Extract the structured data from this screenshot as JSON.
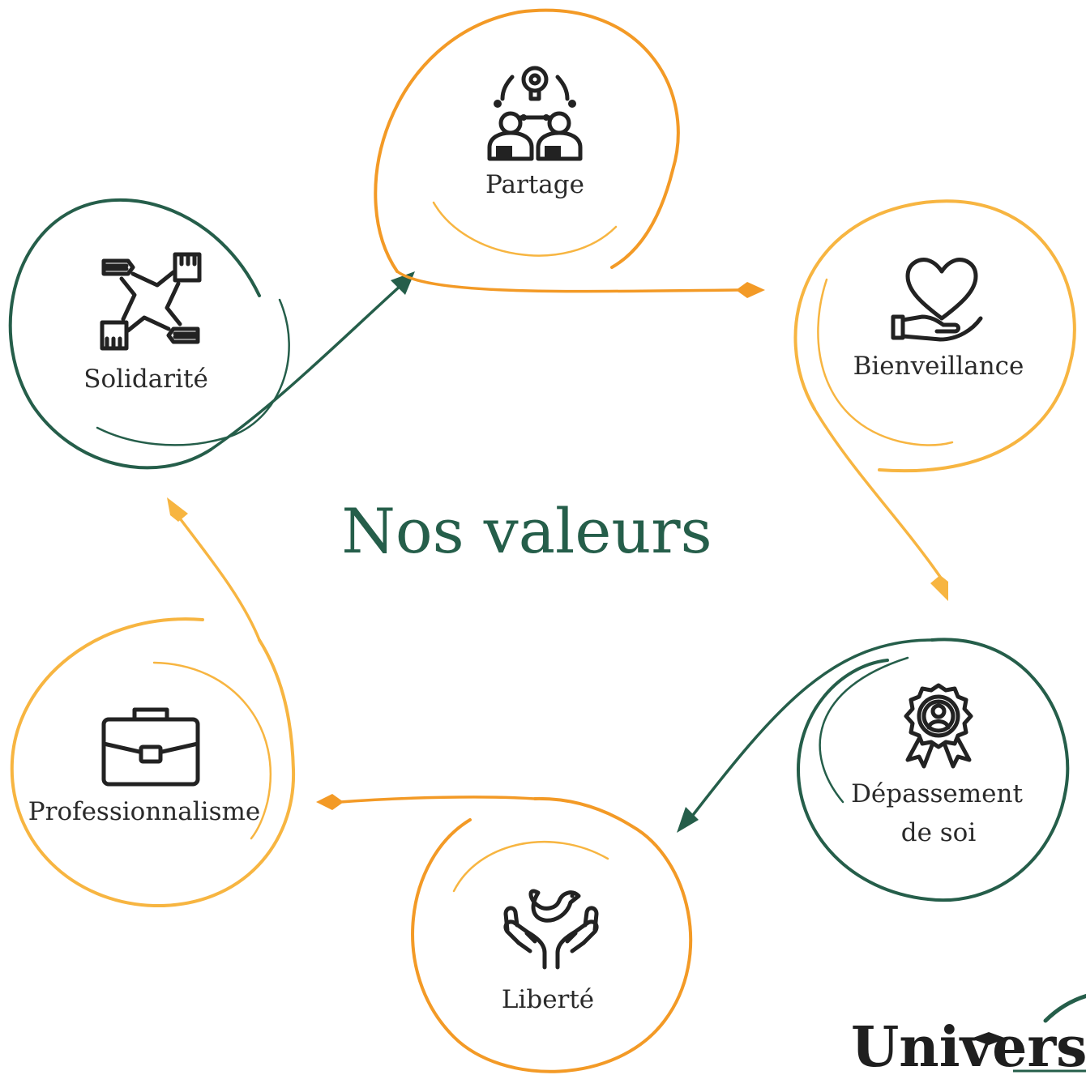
{
  "title": "Nos valeurs",
  "colors": {
    "green": "#255e4a",
    "orange": "#f39a26",
    "yellow_orange": "#f7b541",
    "text": "#2a2a2a",
    "icon": "#222222"
  },
  "nodes": [
    {
      "id": "partage",
      "label": "Partage",
      "icon": "team-idea-icon",
      "color": "orange"
    },
    {
      "id": "bienveillance",
      "label": "Bienveillance",
      "icon": "hand-heart-icon",
      "color": "yellow_orange"
    },
    {
      "id": "depassement",
      "label_lines": [
        "Dépassement",
        "de soi"
      ],
      "icon": "award-badge-icon",
      "color": "green"
    },
    {
      "id": "liberte",
      "label": "Liberté",
      "icon": "hands-dove-icon",
      "color": "orange"
    },
    {
      "id": "professionnalisme",
      "label": "Professionnalisme",
      "icon": "briefcase-icon",
      "color": "yellow_orange"
    },
    {
      "id": "solidarite",
      "label": "Solidarité",
      "icon": "hands-circle-icon",
      "color": "green"
    }
  ],
  "flow": [
    {
      "from": "solidarite",
      "to": "partage",
      "color": "green"
    },
    {
      "from": "partage",
      "to": "bienveillance",
      "color": "orange"
    },
    {
      "from": "bienveillance",
      "to": "depassement",
      "color": "yellow_orange"
    },
    {
      "from": "depassement",
      "to": "liberte",
      "color": "green"
    },
    {
      "from": "liberte",
      "to": "professionnalisme",
      "color": "orange"
    },
    {
      "from": "professionnalisme",
      "to": "solidarite",
      "color": "yellow_orange"
    }
  ],
  "brand": {
    "text": "Univers C"
  }
}
